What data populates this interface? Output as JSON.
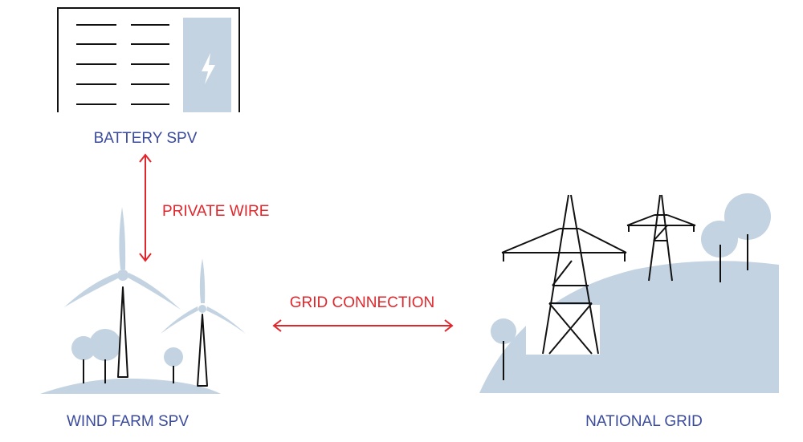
{
  "colors": {
    "node_label": "#3a4a9c",
    "connection": "#e0262b",
    "fill": "#c3d3e2",
    "line": "#111111"
  },
  "nodes": {
    "battery": {
      "label": "BATTERY SPV",
      "icon": "battery-cabinet-icon"
    },
    "wind_farm": {
      "label": "WIND FARM SPV",
      "icon": "wind-turbine-icon"
    },
    "national_grid": {
      "label": "NATIONAL GRID",
      "icon": "pylon-icon"
    }
  },
  "edges": {
    "private_wire": {
      "label": "PRIVATE WIRE",
      "from": "BATTERY SPV",
      "to": "WIND FARM SPV",
      "direction": "bidirectional"
    },
    "grid_connection": {
      "label": "GRID CONNECTION",
      "from": "WIND FARM SPV",
      "to": "NATIONAL GRID",
      "direction": "bidirectional"
    }
  }
}
